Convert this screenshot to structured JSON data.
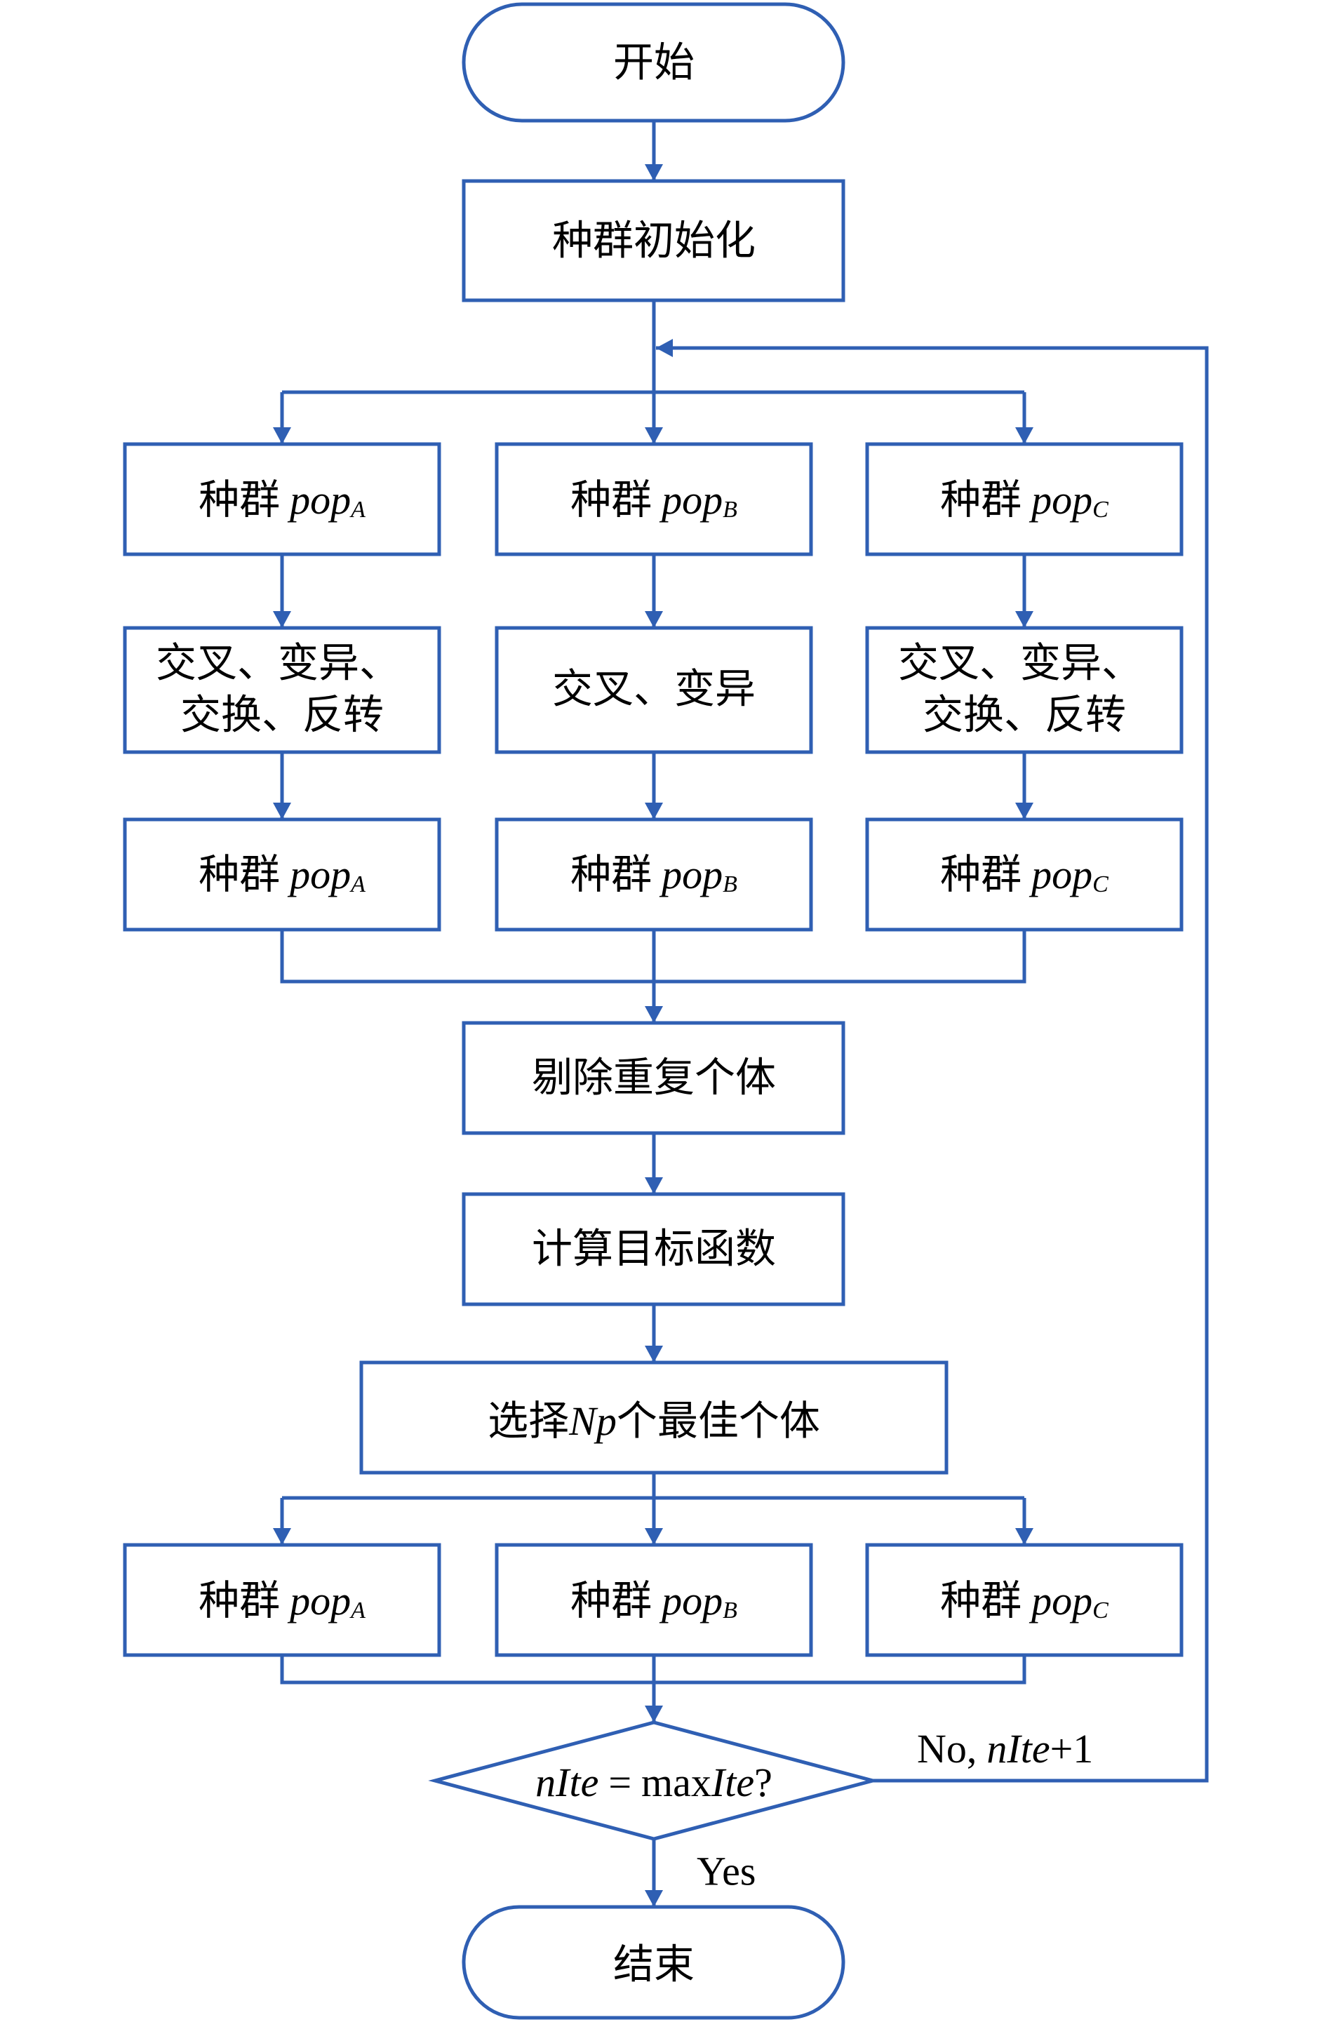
{
  "colors": {
    "stroke": "#2f5fb3",
    "text": "#000000",
    "background": "#ffffff"
  },
  "flowchart": {
    "start": "开始",
    "init": "种群初始化",
    "populations_1": [
      {
        "label": "种群",
        "var": "pop",
        "sub": "A"
      },
      {
        "label": "种群",
        "var": "pop",
        "sub": "B"
      },
      {
        "label": "种群",
        "var": "pop",
        "sub": "C"
      }
    ],
    "operators": [
      {
        "line1": "交叉、变异、",
        "line2": "交换、反转"
      },
      {
        "line1": "交叉、变异"
      },
      {
        "line1": "交叉、变异、",
        "line2": "交换、反转"
      }
    ],
    "populations_2": [
      {
        "label": "种群",
        "var": "pop",
        "sub": "A"
      },
      {
        "label": "种群",
        "var": "pop",
        "sub": "B"
      },
      {
        "label": "种群",
        "var": "pop",
        "sub": "C"
      }
    ],
    "dedupe": "剔除重复个体",
    "evaluate": "计算目标函数",
    "select": {
      "pre": "选择",
      "var": "Np",
      "post": "个最佳个体"
    },
    "populations_3": [
      {
        "label": "种群",
        "var": "pop",
        "sub": "A"
      },
      {
        "label": "种群",
        "var": "pop",
        "sub": "B"
      },
      {
        "label": "种群",
        "var": "pop",
        "sub": "C"
      }
    ],
    "decision": {
      "lhs": "nIte",
      "eq": "=",
      "max": "max",
      "rhs": "Ite",
      "q": "?"
    },
    "no_branch": {
      "text": "No,",
      "var": "nIte",
      "suffix": "+1"
    },
    "yes_branch": "Yes",
    "end": "结束"
  }
}
